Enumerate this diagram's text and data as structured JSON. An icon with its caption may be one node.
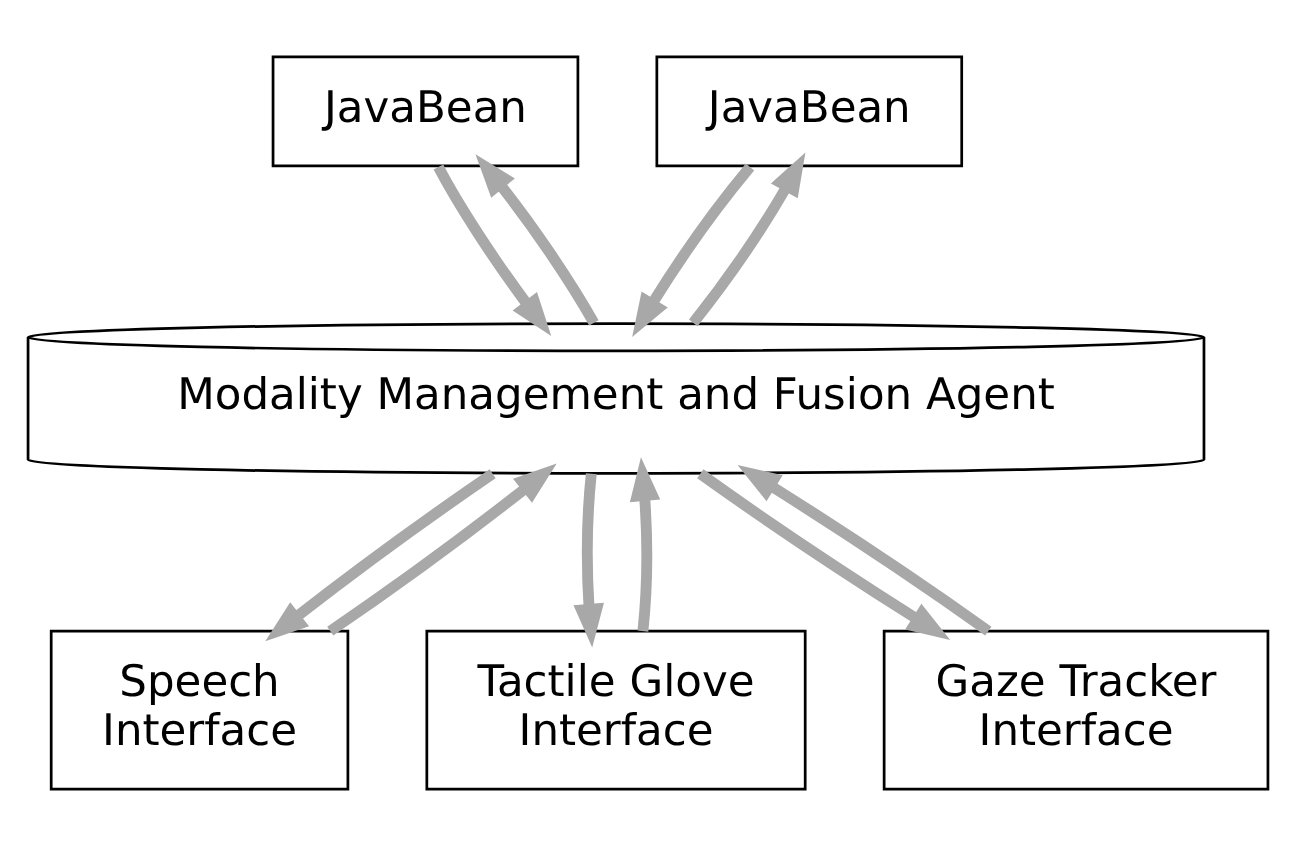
{
  "diagram": {
    "nodes": [
      {
        "text": [
          "JavaBean"
        ]
      },
      {
        "text": [
          "JavaBean"
        ]
      },
      {
        "text": [
          "Modality Management and Fusion Agent"
        ]
      },
      {
        "text": [
          "Speech Interface"
        ]
      },
      {
        "text": [
          "Tactile Glove Interface"
        ]
      },
      {
        "text": [
          "Gaze Tracker Interface"
        ]
      }
    ],
    "edges": [
      {
        "from": 2,
        "to": 0,
        "arrow": "to"
      },
      {
        "from": 0,
        "to": 2,
        "arrow": "to"
      },
      {
        "from": 2,
        "to": 1,
        "arrow": "to"
      },
      {
        "from": 1,
        "to": 2,
        "arrow": "to"
      },
      {
        "from": 3,
        "to": 2,
        "arrow": "to"
      },
      {
        "from": 2,
        "to": 3,
        "arrow": "to"
      },
      {
        "from": 4,
        "to": 2,
        "arrow": "to"
      },
      {
        "from": 2,
        "to": 4,
        "arrow": "to"
      },
      {
        "from": 5,
        "to": 2,
        "arrow": "to"
      },
      {
        "from": 2,
        "to": 5,
        "arrow": "to"
      }
    ]
  }
}
